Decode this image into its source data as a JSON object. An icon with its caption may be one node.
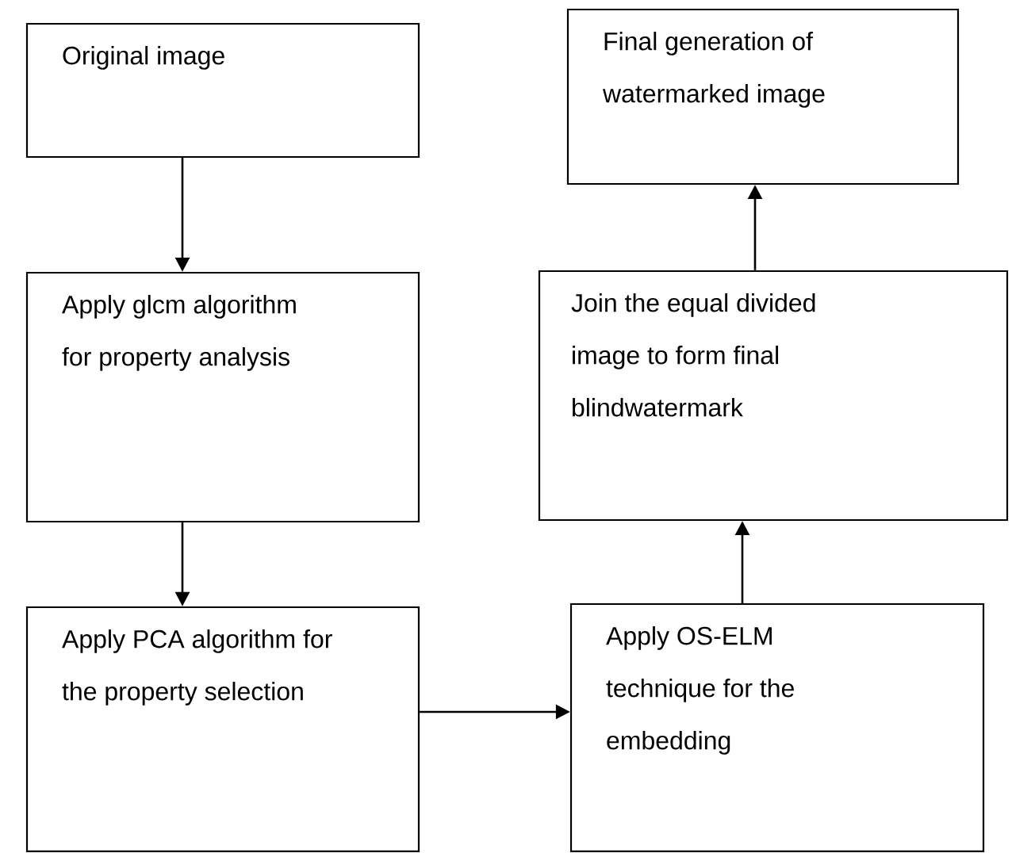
{
  "diagram": {
    "nodes": [
      {
        "text": [
          "Original image"
        ]
      },
      {
        "text": [
          "Apply glcm algorithm for property analysis"
        ]
      },
      {
        "text": [
          "Apply PCA algorithm for the property selection"
        ]
      },
      {
        "text": [
          "Apply OS-ELM technique for the embedding"
        ]
      },
      {
        "text": [
          "Join the equal divided image to form final blindwatermark"
        ]
      },
      {
        "text": [
          "Final generation of watermarked image"
        ]
      }
    ],
    "edges": [
      {
        "from": 0,
        "to": 1,
        "arrow": "to"
      },
      {
        "from": 1,
        "to": 2,
        "arrow": "to"
      },
      {
        "from": 2,
        "to": 3,
        "arrow": "to"
      },
      {
        "from": 3,
        "to": 4,
        "arrow": "to"
      },
      {
        "from": 4,
        "to": 5,
        "arrow": "to"
      }
    ]
  }
}
